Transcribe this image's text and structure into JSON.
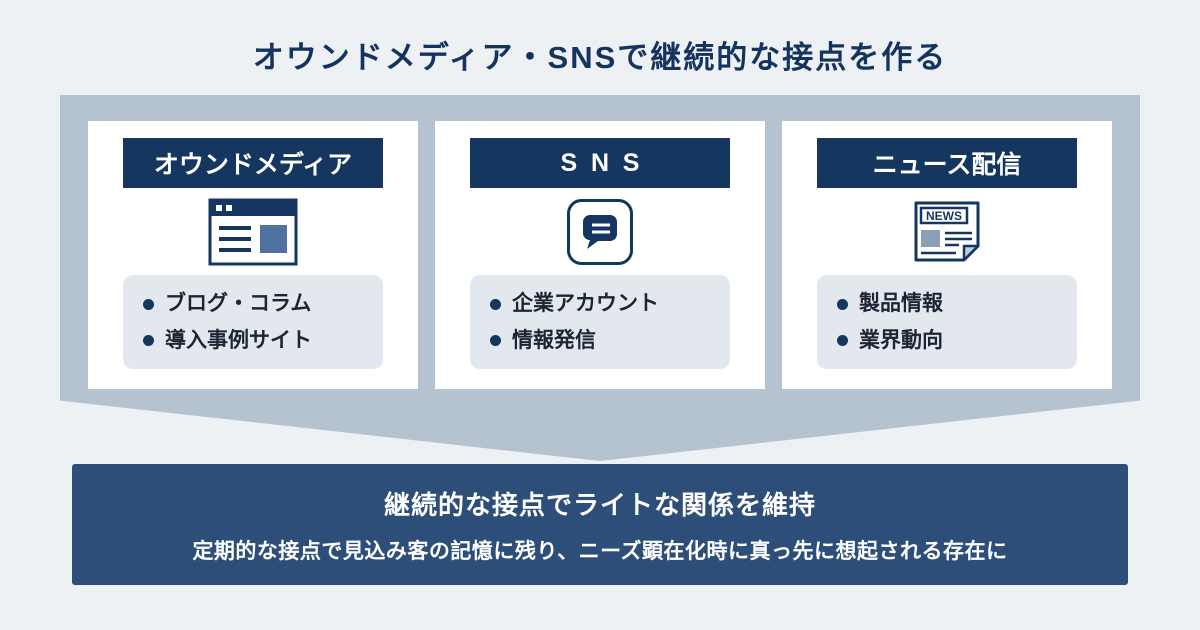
{
  "page": {
    "title": "オウンドメディア・SNSで継続的な接点を作る"
  },
  "cards": [
    {
      "header": "オウンドメディア",
      "icon": "browser-window-icon",
      "bullets": [
        "ブログ・コラム",
        "導入事例サイト"
      ]
    },
    {
      "header": "SNS",
      "icon": "chat-bubble-icon",
      "bullets": [
        "企業アカウント",
        "情報発信"
      ]
    },
    {
      "header": "ニュース配信",
      "icon": "newspaper-icon",
      "icon_label": "NEWS",
      "bullets": [
        "製品情報",
        "業界動向"
      ]
    }
  ],
  "footer": {
    "title": "継続的な接点でライトな関係を維持",
    "subtitle": "定期的な接点で見込み客の記憶に残り、ニーズ顕在化時に真っ先に想起される存在に"
  },
  "colors": {
    "navy": "#14365f",
    "panel": "#b5c3d1",
    "background": "#eef1f4",
    "footer_bar": "#2e4e7a",
    "bullet_box": "#e3e8ee",
    "accent_blue": "#4f72a0"
  }
}
